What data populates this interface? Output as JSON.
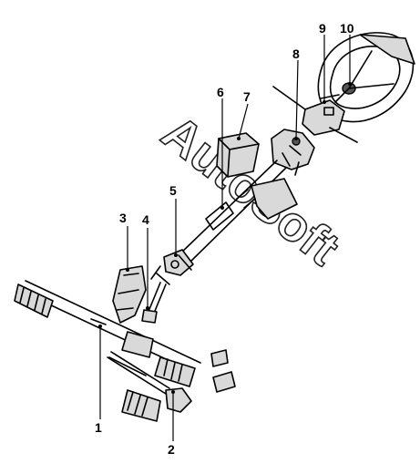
{
  "watermark": "AutoSoft",
  "callouts": [
    {
      "id": "callout-1",
      "label": "1"
    },
    {
      "id": "callout-2",
      "label": "2"
    },
    {
      "id": "callout-3",
      "label": "3"
    },
    {
      "id": "callout-4",
      "label": "4"
    },
    {
      "id": "callout-5",
      "label": "5"
    },
    {
      "id": "callout-6",
      "label": "6"
    },
    {
      "id": "callout-7",
      "label": "7"
    },
    {
      "id": "callout-8",
      "label": "8"
    },
    {
      "id": "callout-9",
      "label": "9"
    },
    {
      "id": "callout-10",
      "label": "10"
    }
  ],
  "colors": {
    "line": "#000000",
    "shade": "#d9d9d9",
    "dark": "#555555",
    "background": "#ffffff"
  }
}
